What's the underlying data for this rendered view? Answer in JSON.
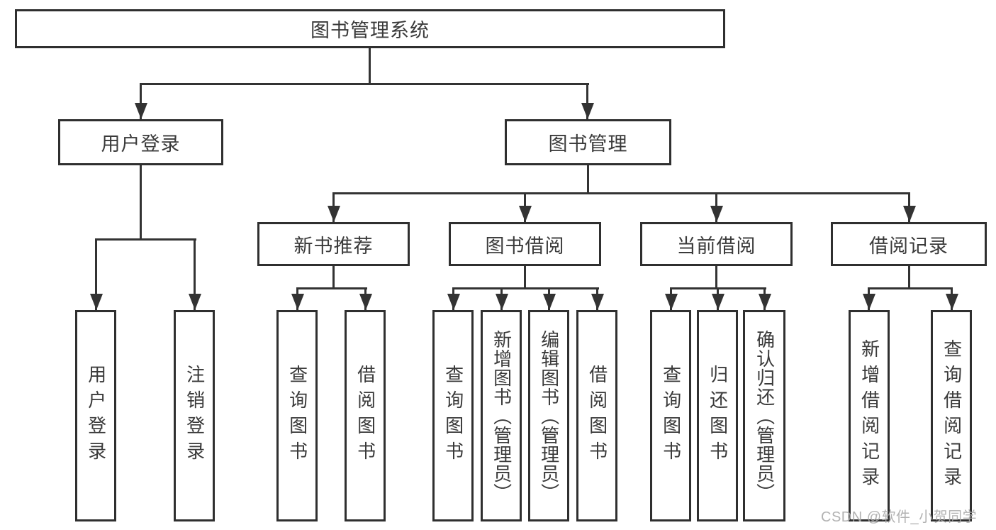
{
  "diagram": {
    "root": {
      "label": "图书管理系统"
    },
    "branches": [
      {
        "label": "用户登录",
        "children": [
          "用户登录",
          "注销登录"
        ]
      },
      {
        "label": "图书管理",
        "children": [
          {
            "label": "新书推荐",
            "children": [
              "查询图书",
              "借阅图书"
            ]
          },
          {
            "label": "图书借阅",
            "children": [
              "查询图书",
              "新增图书（管理员）",
              "编辑图书（管理员）",
              "借阅图书"
            ]
          },
          {
            "label": "当前借阅",
            "children": [
              "查询图书",
              "归还图书",
              "确认归还（管理员）"
            ]
          },
          {
            "label": "借阅记录",
            "children": [
              "新增借阅记录",
              "查询借阅记录"
            ]
          }
        ]
      }
    ],
    "colors": {
      "line": "#333333",
      "border": "#2f2f2f",
      "text": "#3a3a3a",
      "box_fill": "#ffffff",
      "watermark": "#aaaaaa"
    },
    "watermark": "CSDN @软件_小贺同学"
  }
}
